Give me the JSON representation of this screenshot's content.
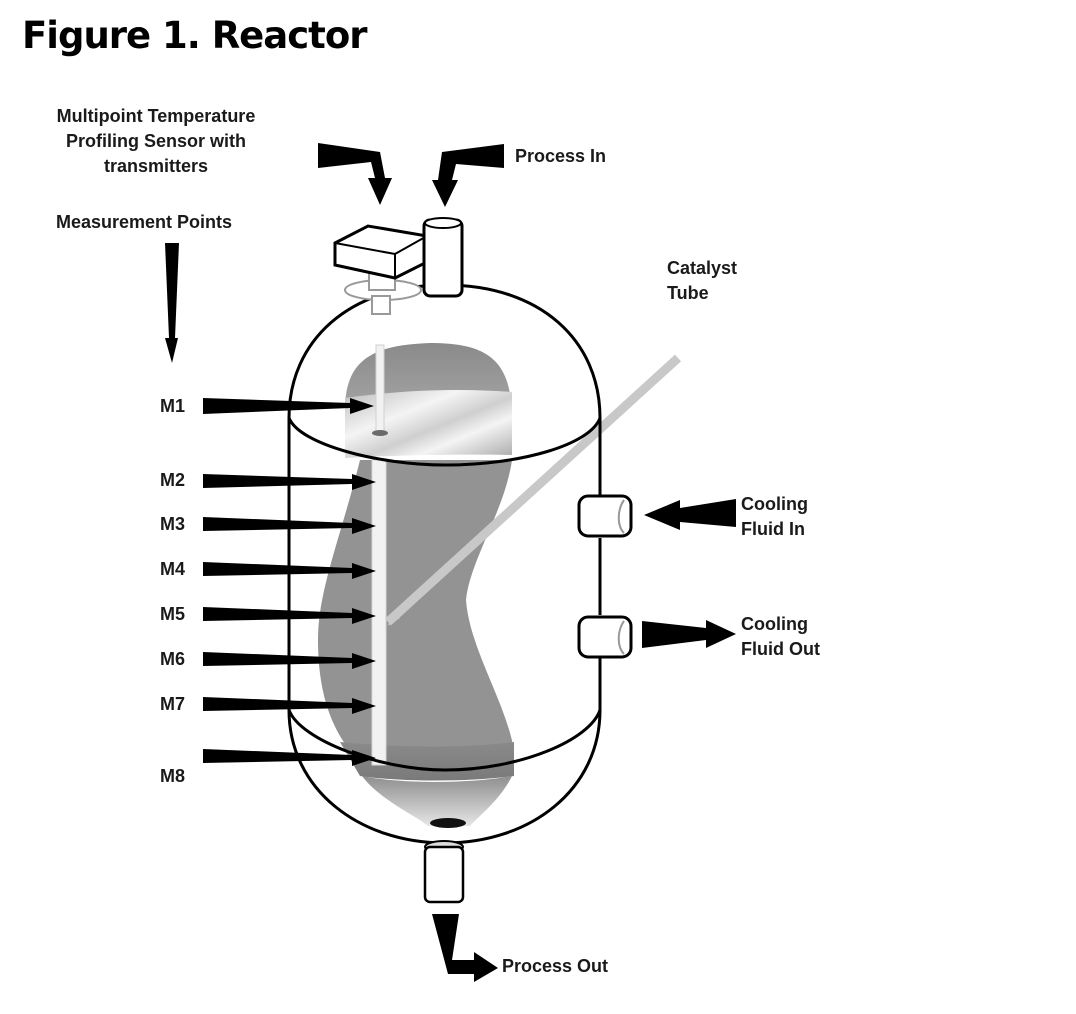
{
  "title": "Figure 1. Reactor",
  "labels": {
    "sensor": [
      "Multipoint Temperature",
      "Profiling Sensor with",
      "transmitters"
    ],
    "measurement_points": "Measurement Points",
    "process_in": "Process In",
    "catalyst_tube": [
      "Catalyst",
      "Tube"
    ],
    "cooling_in": [
      "Cooling",
      "Fluid In"
    ],
    "cooling_out": [
      "Cooling",
      "Fluid Out"
    ],
    "process_out": "Process Out"
  },
  "measurement_points": [
    "M1",
    "M2",
    "M3",
    "M4",
    "M5",
    "M6",
    "M7",
    "M8"
  ],
  "colors": {
    "outline": "#000000",
    "catalyst_fill": "#939393",
    "catalyst_tube": "#c8c8c8",
    "probe": "#f2f2f2"
  }
}
